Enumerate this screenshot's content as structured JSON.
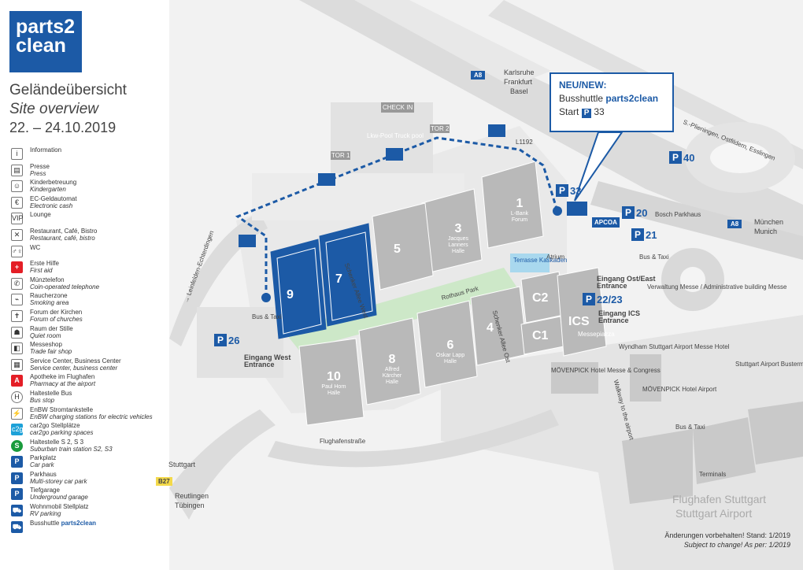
{
  "logo": {
    "line1": "parts2",
    "line2": "clean"
  },
  "title": {
    "de": "Geländeübersicht",
    "en": "Site overview",
    "dates": "22. – 24.10.2019"
  },
  "legend": [
    {
      "icon": "info-icon",
      "glyph": "i",
      "style": "",
      "de": "Information",
      "en": ""
    },
    {
      "icon": "press-icon",
      "glyph": "▤",
      "style": "",
      "de": "Presse",
      "en": "Press"
    },
    {
      "icon": "kindergarten-icon",
      "glyph": "☺",
      "style": "",
      "de": "Kinderbetreuung",
      "en": "Kindergarten"
    },
    {
      "icon": "atm-icon",
      "glyph": "€",
      "style": "",
      "de": "EC-Geldautomat",
      "en": "Electronic cash"
    },
    {
      "icon": "vip-icon",
      "glyph": "VIP",
      "style": "",
      "de": "Lounge",
      "en": ""
    },
    {
      "icon": "restaurant-icon",
      "glyph": "✕",
      "style": "",
      "de": "Restaurant, Café, Bistro",
      "en": "Restaurant, café, bistro"
    },
    {
      "icon": "wc-icon",
      "glyph": "♂♀",
      "style": "",
      "de": "WC",
      "en": ""
    },
    {
      "icon": "first-aid-icon",
      "glyph": "+",
      "style": "red",
      "de": "Erste Hilfe",
      "en": "First aid"
    },
    {
      "icon": "phone-icon",
      "glyph": "✆",
      "style": "",
      "de": "Münztelefon",
      "en": "Coin-operated telephone"
    },
    {
      "icon": "smoking-icon",
      "glyph": "⌁",
      "style": "",
      "de": "Raucherzone",
      "en": "Smoking area"
    },
    {
      "icon": "church-icon",
      "glyph": "✝",
      "style": "",
      "de": "Forum der Kirchen",
      "en": "Forum of churches"
    },
    {
      "icon": "quiet-room-icon",
      "glyph": "☗",
      "style": "",
      "de": "Raum der Stille",
      "en": "Quiet room"
    },
    {
      "icon": "shop-icon",
      "glyph": "◧",
      "style": "",
      "de": "Messeshop",
      "en": "Trade fair shop"
    },
    {
      "icon": "service-center-icon",
      "glyph": "▦",
      "style": "",
      "de": "Service Center, Business Center",
      "en": "Service center, business center"
    },
    {
      "icon": "pharmacy-icon",
      "glyph": "A",
      "style": "red",
      "de": "Apotheke im Flughafen",
      "en": "Pharmacy at the airport"
    },
    {
      "icon": "bus-stop-icon",
      "glyph": "H",
      "style": "round",
      "de": "Haltestelle Bus",
      "en": "Bus stop"
    },
    {
      "icon": "ev-charging-icon",
      "glyph": "⚡",
      "style": "",
      "de": "EnBW Stromtankstelle",
      "en": "EnBW charging stations for electric vehicles"
    },
    {
      "icon": "car2go-icon",
      "glyph": "c2g",
      "style": "cyan",
      "de": "car2go Stellplätze",
      "en": "car2go parking spaces"
    },
    {
      "icon": "train-station-icon",
      "glyph": "S",
      "style": "green",
      "de": "Haltestelle S 2, S 3",
      "en": "Suburban train station S2, S3"
    },
    {
      "icon": "parking-icon",
      "glyph": "P",
      "style": "blue",
      "de": "Parkplatz",
      "en": "Car park"
    },
    {
      "icon": "multistorey-parking-icon",
      "glyph": "P",
      "style": "blue",
      "de": "Parkhaus",
      "en": "Multi-storey car park"
    },
    {
      "icon": "underground-parking-icon",
      "glyph": "P",
      "style": "blue",
      "de": "Tiefgarage",
      "en": "Underground garage"
    },
    {
      "icon": "rv-parking-icon",
      "glyph": "⛟",
      "style": "blue",
      "de": "Wohnmobil Stellplatz",
      "en": "RV parking"
    },
    {
      "icon": "shuttle-bus-icon",
      "glyph": "⛟",
      "style": "blue",
      "de": "Busshuttle ",
      "en": "",
      "brand": "parts2clean"
    }
  ],
  "callout": {
    "heading": "NEU/NEW:",
    "line1": "Busshuttle ",
    "brand": "parts2clean",
    "line2_prefix": "Start ",
    "parking_badge": "P",
    "parking_number": "33"
  },
  "halls": [
    {
      "id": "1",
      "sub": "L-Bank Forum"
    },
    {
      "id": "3",
      "sub": "Jacques Lanners Halle"
    },
    {
      "id": "5",
      "sub": ""
    },
    {
      "id": "7",
      "sub": ""
    },
    {
      "id": "9",
      "sub": ""
    },
    {
      "id": "10",
      "sub": "Paul Horn Halle"
    },
    {
      "id": "8",
      "sub": "Alfred Kärcher Halle"
    },
    {
      "id": "6",
      "sub": "Oskar Lapp Halle"
    },
    {
      "id": "4",
      "sub": ""
    },
    {
      "id": "C2",
      "sub": ""
    },
    {
      "id": "C1",
      "sub": ""
    },
    {
      "id": "ICS",
      "sub": ""
    }
  ],
  "parking": [
    {
      "label": "33"
    },
    {
      "label": "20"
    },
    {
      "label": "21"
    },
    {
      "label": "22/23"
    },
    {
      "label": "40"
    },
    {
      "label": "26"
    }
  ],
  "labels": {
    "a8_top": "A8",
    "karlsruhe": "Karlsruhe",
    "frankfurt": "Frankfurt",
    "basel": "Basel",
    "a8_right": "A8",
    "muenchen": "München",
    "munich": "Munich",
    "ostfildern": "S.-Plieningen, Ostfildern, Esslingen",
    "checkin": "CHECK IN",
    "truckpool": "Lkw-Pool Truck pool",
    "tor1": "TOR 1",
    "tor2": "TOR 2",
    "l1192": "L1192",
    "bosch": "Bosch Parkhaus",
    "apcoa": "APCOA",
    "atrium": "Atrium",
    "terrace": "Terrasse Kaskaden",
    "rothaus": "Rothaus Park",
    "west_entrance_de": "Eingang West",
    "west_entrance_en": "Entrance",
    "east_entrance_de": "Eingang Ost/East",
    "east_entrance_en": "Entrance",
    "ics_entrance_de": "Eingang ICS",
    "ics_entrance_en": "Entrance",
    "messepiazza": "Messepiazza",
    "moevenpick1": "MÖVENPICK Hotel Messe & Congress",
    "moevenpick2": "MÖVENPICK Hotel Airport",
    "wyndham": "Wyndham Stuttgart Airport Messe Hotel",
    "verwaltung": "Verwaltung Messe / Administrative building Messe",
    "busbahnhof": "Stuttgart Airport Busterminal (SAB)",
    "flughafen_de": "Flughafen Stuttgart",
    "flughafen_en": "Stuttgart Airport",
    "terminals": "Terminals",
    "stuttgart": "Stuttgart",
    "b27": "B27",
    "reutlingen": "Reutlingen",
    "tuebingen": "Tübingen",
    "flughafenstrasse": "Flughafenstraße",
    "bus_taxi_left": "Bus & Taxi",
    "bus_taxi_right": "Bus & Taxi",
    "bus_taxi_bottom": "Bus & Taxi",
    "leinfelden": "→ Leinfelden-Echterdingen",
    "schenker_west": "Schenker Allee West",
    "schenker_ost": "Schenker Allee Ost",
    "walkway": "Walkway to the airport"
  },
  "footer": {
    "de": "Änderungen vorbehalten! Stand: 1/2019",
    "en": "Subject to change! As per: 1/2019"
  },
  "colors": {
    "brand": "#1c5aa6",
    "road": "#e3e3e3",
    "hall": "#b9b9b9",
    "park": "#cde8c8",
    "red": "#e41e26",
    "green": "#1a9b3c"
  }
}
